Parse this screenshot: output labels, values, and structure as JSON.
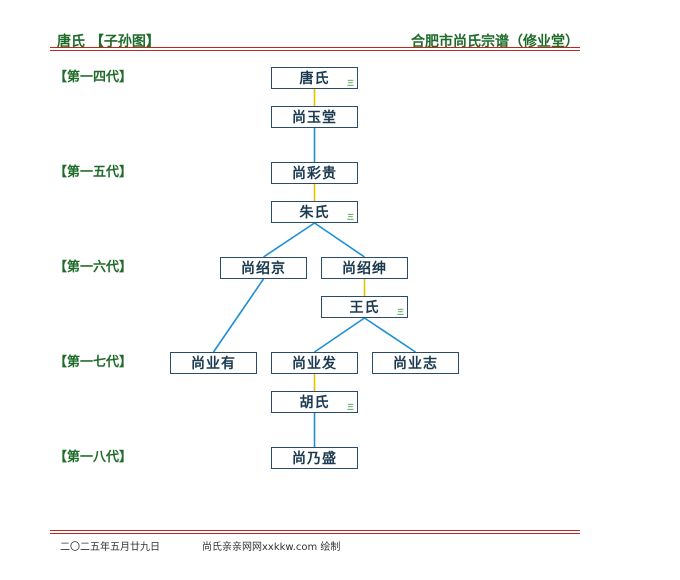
{
  "header": {
    "left_title": "唐氏 【子孙图】",
    "right_title": "合肥市尚氏宗谱（修业堂）"
  },
  "generations": [
    {
      "id": "g14",
      "label": "【第一四代】"
    },
    {
      "id": "g15",
      "label": "【第一五代】"
    },
    {
      "id": "g16",
      "label": "【第一六代】"
    },
    {
      "id": "g17",
      "label": "【第一七代】"
    },
    {
      "id": "g18",
      "label": "【第一八代】"
    }
  ],
  "nodes": [
    {
      "id": "tang",
      "name": "唐氏",
      "mark": "三"
    },
    {
      "id": "yutang",
      "name": "尚玉堂"
    },
    {
      "id": "caigui",
      "name": "尚彩贵"
    },
    {
      "id": "zhu",
      "name": "朱氏",
      "mark": "三"
    },
    {
      "id": "shaojing",
      "name": "尚绍京"
    },
    {
      "id": "shaoshen",
      "name": "尚绍绅"
    },
    {
      "id": "wang",
      "name": "王氏",
      "mark": "三"
    },
    {
      "id": "yeyou",
      "name": "尚业有"
    },
    {
      "id": "yefa",
      "name": "尚业发"
    },
    {
      "id": "yezhi",
      "name": "尚业志"
    },
    {
      "id": "hu",
      "name": "胡氏",
      "mark": "三"
    },
    {
      "id": "naisheng",
      "name": "尚乃盛"
    }
  ],
  "links": [
    {
      "from": "tang",
      "to": "yutang",
      "kind": "spouse"
    },
    {
      "from": "yutang",
      "to": "caigui",
      "kind": "child"
    },
    {
      "from": "caigui",
      "to": "zhu",
      "kind": "spouse"
    },
    {
      "from": "zhu",
      "to": "shaojing",
      "kind": "child"
    },
    {
      "from": "zhu",
      "to": "shaoshen",
      "kind": "child"
    },
    {
      "from": "shaojing",
      "to": "yeyou",
      "kind": "child"
    },
    {
      "from": "shaoshen",
      "to": "wang",
      "kind": "spouse"
    },
    {
      "from": "wang",
      "to": "yefa",
      "kind": "child"
    },
    {
      "from": "wang",
      "to": "yezhi",
      "kind": "child"
    },
    {
      "from": "yefa",
      "to": "hu",
      "kind": "spouse"
    },
    {
      "from": "hu",
      "to": "naisheng",
      "kind": "child"
    }
  ],
  "colors": {
    "spouse_link": "#e5c300",
    "child_link": "#1c8fd6"
  },
  "footer": {
    "date": "二〇二五年五月廿九日",
    "credit": "尚氏亲亲网网xxkkw.com 绘制"
  }
}
